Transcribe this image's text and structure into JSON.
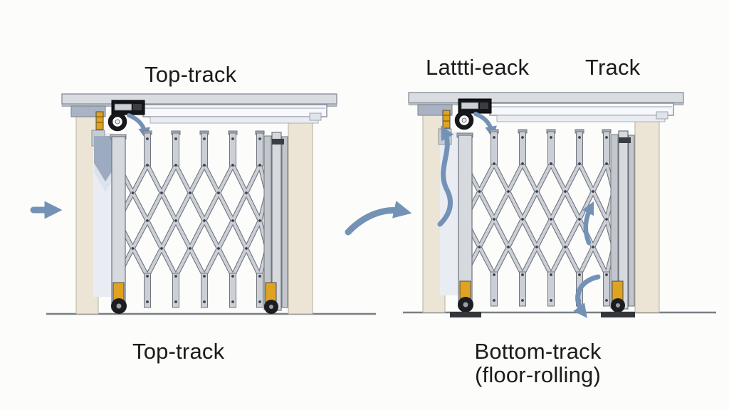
{
  "title": "Folding gate track types diagram",
  "labels": {
    "left_top": "Top-track",
    "right_top_1": "Lattti-eack",
    "right_top_2": "Track",
    "left_bottom": "Top-track",
    "right_bottom_line1": "Bottom-track",
    "right_bottom_line2": "(floor-rolling)"
  },
  "icons": {
    "left_edge": "arrow-right-icon",
    "center_transition": "curved-right-arrow-icon",
    "roller": "curved-down-arrow-icon",
    "hanging_guide": "down-chevron-arrow-icon",
    "slide_guide": "s-curve-down-arrow-icon",
    "lift": "up-arrow-icon",
    "floor_roll": "curved-down-arrow-icon"
  },
  "colors": {
    "background": "#fcfcfb",
    "text": "#1b1b1b",
    "arrow_blue": "#7492b5",
    "pale_blue": "#9dabc0",
    "pale_blue_light": "#dde3ec",
    "accent_yellow": "#dfa31f",
    "beam_gray": "#d9dce1",
    "post_cream": "#ece5d6",
    "track_white": "#f6f8fb",
    "slat_gray": "#ccd0d6",
    "slat_outline": "#6f757d",
    "dark": "#17181b",
    "ground": "#7a7f85"
  }
}
